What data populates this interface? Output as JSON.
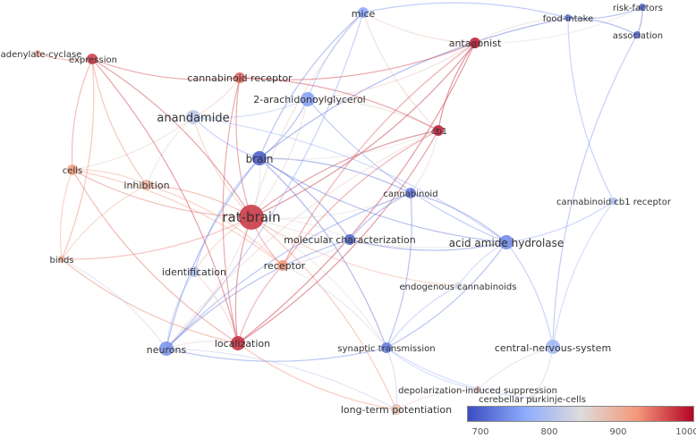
{
  "map": {
    "nodes": [
      {
        "id": "rat-brain",
        "label": "rat-brain",
        "score": 985,
        "size": "large"
      },
      {
        "id": "brain",
        "label": "brain",
        "score": 690,
        "size": "medium"
      },
      {
        "id": "anandamide",
        "label": "anandamide",
        "score": 810,
        "size": "medium"
      },
      {
        "id": "2-arachidonoylglycerol",
        "label": "2-arachidonoylglycerol",
        "score": 750,
        "size": "medium"
      },
      {
        "id": "cannabinoid-receptor",
        "label": "cannabinoid receptor",
        "score": 960,
        "size": "small"
      },
      {
        "id": "expression",
        "label": "expression",
        "score": 980,
        "size": "small"
      },
      {
        "id": "adenylate-cyclase",
        "label": "adenylate-cyclase",
        "score": 900,
        "size": "tiny"
      },
      {
        "id": "mice",
        "label": "mice",
        "score": 760,
        "size": "small"
      },
      {
        "id": "antagonist",
        "label": "antagonist",
        "score": 1000,
        "size": "small"
      },
      {
        "id": "food-intake",
        "label": "food-intake",
        "score": 720,
        "size": "tiny"
      },
      {
        "id": "risk-factors",
        "label": "risk-factors",
        "score": 700,
        "size": "tiny"
      },
      {
        "id": "association",
        "label": "association",
        "score": 700,
        "size": "tiny"
      },
      {
        "id": "cb1",
        "label": "cb1",
        "score": 1000,
        "size": "small"
      },
      {
        "id": "cells",
        "label": "cells",
        "score": 920,
        "size": "small"
      },
      {
        "id": "inhibition",
        "label": "inhibition",
        "score": 900,
        "size": "small"
      },
      {
        "id": "cannabinoid",
        "label": "cannabinoid",
        "score": 720,
        "size": "small"
      },
      {
        "id": "cannabinoid-cb1-receptor",
        "label": "cannabinoid cb1 receptor",
        "score": 790,
        "size": "tiny"
      },
      {
        "id": "molecular-characterization",
        "label": "molecular characterization",
        "score": 700,
        "size": "small"
      },
      {
        "id": "acid-amide-hydrolase",
        "label": "acid amide hydrolase",
        "score": 730,
        "size": "medium"
      },
      {
        "id": "binds",
        "label": "binds",
        "score": 900,
        "size": "tiny"
      },
      {
        "id": "identification",
        "label": "identification",
        "score": 800,
        "size": "small"
      },
      {
        "id": "receptor",
        "label": "receptor",
        "score": 930,
        "size": "small"
      },
      {
        "id": "endogenous-cannabinoids",
        "label": "endogenous cannabinoids",
        "score": 830,
        "size": "tiny"
      },
      {
        "id": "neurons",
        "label": "neurons",
        "score": 740,
        "size": "medium"
      },
      {
        "id": "localization",
        "label": "localization",
        "score": 990,
        "size": "medium"
      },
      {
        "id": "synaptic-transmission",
        "label": "synaptic transmission",
        "score": 720,
        "size": "small"
      },
      {
        "id": "central-nervous-system",
        "label": "central-nervous-system",
        "score": 780,
        "size": "medium"
      },
      {
        "id": "depolarization-induced-suppression",
        "label": "depolarization-induced suppression",
        "score": 870,
        "size": "tiny"
      },
      {
        "id": "cerebellar-purkinje-cells",
        "label": "cerebellar purkinje-cells",
        "score": 840,
        "size": "tiny"
      },
      {
        "id": "long-term-potentiation",
        "label": "long-term potentiation",
        "score": 880,
        "size": "small"
      }
    ],
    "links": [
      [
        "rat-brain",
        "brain"
      ],
      [
        "rat-brain",
        "anandamide"
      ],
      [
        "rat-brain",
        "2-arachidonoylglycerol"
      ],
      [
        "rat-brain",
        "cannabinoid-receptor"
      ],
      [
        "rat-brain",
        "expression"
      ],
      [
        "rat-brain",
        "cells"
      ],
      [
        "rat-brain",
        "inhibition"
      ],
      [
        "rat-brain",
        "binds"
      ],
      [
        "rat-brain",
        "localization"
      ],
      [
        "rat-brain",
        "neurons"
      ],
      [
        "rat-brain",
        "receptor"
      ],
      [
        "rat-brain",
        "cb1"
      ],
      [
        "rat-brain",
        "antagonist"
      ],
      [
        "rat-brain",
        "molecular-characterization"
      ],
      [
        "rat-brain",
        "acid-amide-hydrolase"
      ],
      [
        "rat-brain",
        "long-term-potentiation"
      ],
      [
        "rat-brain",
        "identification"
      ],
      [
        "rat-brain",
        "mice"
      ],
      [
        "rat-brain",
        "cannabinoid"
      ],
      [
        "rat-brain",
        "synaptic-transmission"
      ],
      [
        "rat-brain",
        "endogenous-cannabinoids"
      ],
      [
        "brain",
        "anandamide"
      ],
      [
        "brain",
        "2-arachidonoylglycerol"
      ],
      [
        "brain",
        "mice"
      ],
      [
        "brain",
        "neurons"
      ],
      [
        "brain",
        "cannabinoid"
      ],
      [
        "brain",
        "acid-amide-hydrolase"
      ],
      [
        "brain",
        "molecular-characterization"
      ],
      [
        "brain",
        "cb1"
      ],
      [
        "brain",
        "food-intake"
      ],
      [
        "brain",
        "identification"
      ],
      [
        "brain",
        "synaptic-transmission"
      ],
      [
        "anandamide",
        "2-arachidonoylglycerol"
      ],
      [
        "anandamide",
        "acid-amide-hydrolase"
      ],
      [
        "anandamide",
        "cannabinoid-receptor"
      ],
      [
        "anandamide",
        "cells"
      ],
      [
        "anandamide",
        "inhibition"
      ],
      [
        "2-arachidonoylglycerol",
        "mice"
      ],
      [
        "2-arachidonoylglycerol",
        "acid-amide-hydrolase"
      ],
      [
        "2-arachidonoylglycerol",
        "cb1"
      ],
      [
        "2-arachidonoylglycerol",
        "antagonist"
      ],
      [
        "cannabinoid-receptor",
        "expression"
      ],
      [
        "cannabinoid-receptor",
        "antagonist"
      ],
      [
        "cannabinoid-receptor",
        "cb1"
      ],
      [
        "cannabinoid-receptor",
        "localization"
      ],
      [
        "expression",
        "adenylate-cyclase"
      ],
      [
        "expression",
        "cells"
      ],
      [
        "expression",
        "localization"
      ],
      [
        "expression",
        "inhibition"
      ],
      [
        "expression",
        "binds"
      ],
      [
        "mice",
        "antagonist"
      ],
      [
        "mice",
        "food-intake"
      ],
      [
        "mice",
        "cb1"
      ],
      [
        "mice",
        "neurons"
      ],
      [
        "antagonist",
        "cb1"
      ],
      [
        "antagonist",
        "food-intake"
      ],
      [
        "antagonist",
        "risk-factors"
      ],
      [
        "antagonist",
        "localization"
      ],
      [
        "antagonist",
        "receptor"
      ],
      [
        "food-intake",
        "association"
      ],
      [
        "food-intake",
        "risk-factors"
      ],
      [
        "risk-factors",
        "association"
      ],
      [
        "association",
        "central-nervous-system"
      ],
      [
        "cb1",
        "cannabinoid"
      ],
      [
        "cb1",
        "receptor"
      ],
      [
        "cb1",
        "localization"
      ],
      [
        "cb1",
        "neurons"
      ],
      [
        "cells",
        "inhibition"
      ],
      [
        "cells",
        "binds"
      ],
      [
        "cells",
        "receptor"
      ],
      [
        "cells",
        "localization"
      ],
      [
        "inhibition",
        "receptor"
      ],
      [
        "inhibition",
        "binds"
      ],
      [
        "cannabinoid",
        "acid-amide-hydrolase"
      ],
      [
        "cannabinoid",
        "molecular-characterization"
      ],
      [
        "cannabinoid",
        "synaptic-transmission"
      ],
      [
        "cannabinoid",
        "neurons"
      ],
      [
        "cannabinoid-cb1-receptor",
        "acid-amide-hydrolase"
      ],
      [
        "cannabinoid-cb1-receptor",
        "central-nervous-system"
      ],
      [
        "cannabinoid-cb1-receptor",
        "food-intake"
      ],
      [
        "molecular-characterization",
        "acid-amide-hydrolase"
      ],
      [
        "molecular-characterization",
        "receptor"
      ],
      [
        "molecular-characterization",
        "neurons"
      ],
      [
        "acid-amide-hydrolase",
        "central-nervous-system"
      ],
      [
        "acid-amide-hydrolase",
        "endogenous-cannabinoids"
      ],
      [
        "acid-amide-hydrolase",
        "synaptic-transmission"
      ],
      [
        "binds",
        "localization"
      ],
      [
        "binds",
        "neurons"
      ],
      [
        "identification",
        "neurons"
      ],
      [
        "identification",
        "localization"
      ],
      [
        "receptor",
        "localization"
      ],
      [
        "receptor",
        "synaptic-transmission"
      ],
      [
        "endogenous-cannabinoids",
        "synaptic-transmission"
      ],
      [
        "neurons",
        "localization"
      ],
      [
        "neurons",
        "synaptic-transmission"
      ],
      [
        "neurons",
        "long-term-potentiation"
      ],
      [
        "localization",
        "long-term-potentiation"
      ],
      [
        "synaptic-transmission",
        "long-term-potentiation"
      ],
      [
        "synaptic-transmission",
        "depolarization-induced-suppression"
      ],
      [
        "central-nervous-system",
        "cerebellar-purkinje-cells"
      ],
      [
        "central-nervous-system",
        "depolarization-induced-suppression"
      ],
      [
        "depolarization-induced-suppression",
        "cerebellar-purkinje-cells"
      ],
      [
        "depolarization-induced-suppression",
        "long-term-potentiation"
      ],
      [
        "cerebellar-purkinje-cells",
        "synaptic-transmission"
      ]
    ]
  },
  "legend": {
    "ticks": [
      {
        "value": 700,
        "label": "700"
      },
      {
        "value": 800,
        "label": "800"
      },
      {
        "value": 900,
        "label": "900"
      },
      {
        "value": 1000,
        "label": "1000"
      }
    ],
    "domain": [
      680,
      1010
    ],
    "colors": [
      "#3b4cc0",
      "#8daafc",
      "#dddcdc",
      "#f4987a",
      "#b40426"
    ]
  }
}
